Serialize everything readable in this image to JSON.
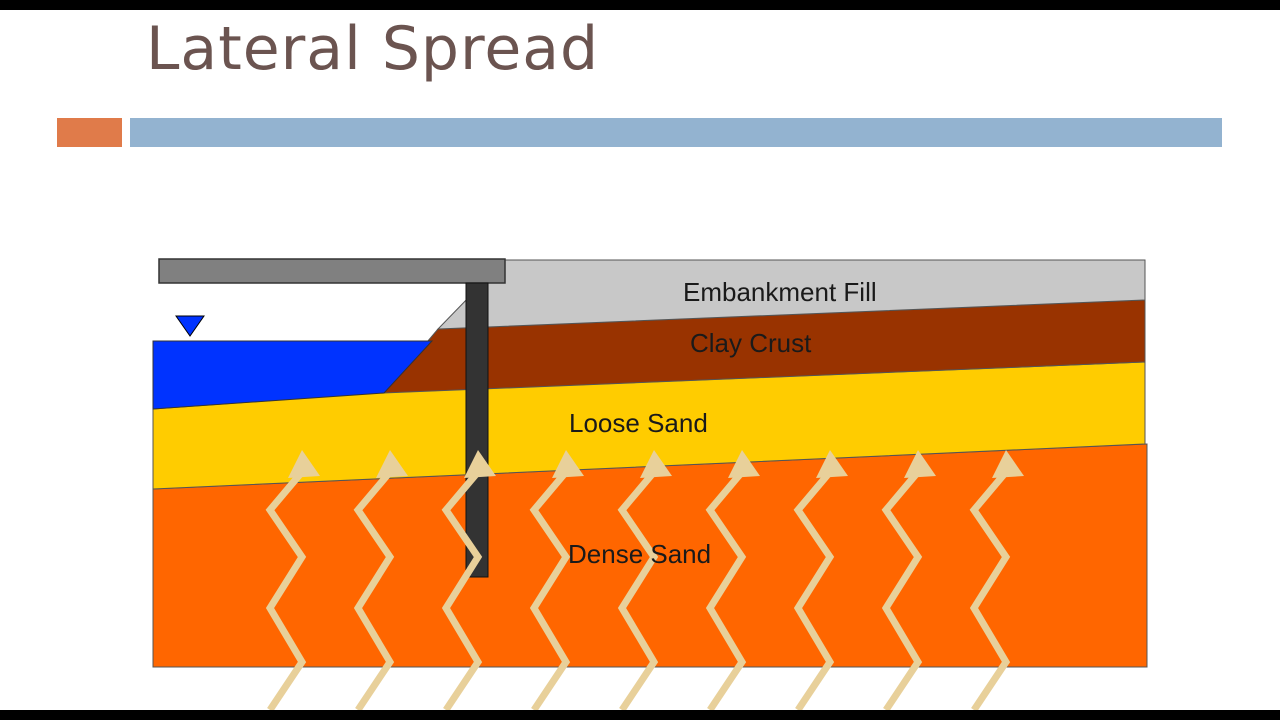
{
  "slide": {
    "title": "Lateral Spread",
    "colors": {
      "title_text": "#6b5450",
      "accent_orange": "#e07b4a",
      "accent_blue": "#93b3d0"
    }
  },
  "diagram": {
    "labels": {
      "embankment_fill": "Embankment Fill",
      "clay_crust": "Clay Crust",
      "loose_sand": "Loose Sand",
      "dense_sand": "Dense Sand"
    },
    "colors": {
      "embankment_fill": "#c8c8c8",
      "clay_crust": "#993300",
      "loose_sand": "#ffcc00",
      "dense_sand": "#ff6600",
      "water": "#0033ff",
      "deck": "#808080",
      "pile": "#333333",
      "arrows": "#e8d09a"
    },
    "icons": {
      "water_table_marker": "inverted-triangle-icon",
      "upward_wave": "zigzag-arrow-icon"
    },
    "arrow_count": 9
  }
}
